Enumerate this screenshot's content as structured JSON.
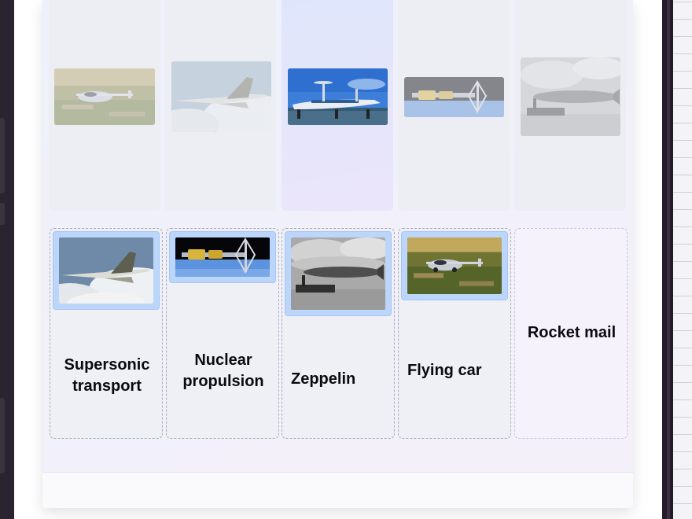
{
  "source_tiles": [
    {
      "image": "flying-car-photo",
      "faded": true,
      "highlighted": false
    },
    {
      "image": "supersonic-jet-photo",
      "faded": true,
      "highlighted": false
    },
    {
      "image": "ekranoplan-seaplane-photo",
      "faded": false,
      "highlighted": true
    },
    {
      "image": "nuclear-spacecraft-photo",
      "faded": true,
      "highlighted": false
    },
    {
      "image": "zeppelin-photo",
      "faded": true,
      "highlighted": false
    }
  ],
  "slots": [
    {
      "label": "Supersonic transport",
      "image": "supersonic-jet-photo",
      "filled": true
    },
    {
      "label": "Nuclear propulsion",
      "image": "nuclear-spacecraft-photo",
      "filled": true
    },
    {
      "label": "Zeppelin",
      "image": "zeppelin-photo",
      "filled": true
    },
    {
      "label": "Flying car",
      "image": "flying-car-photo",
      "filled": true
    },
    {
      "label": "Rocket mail",
      "image": "",
      "filled": false
    }
  ],
  "colors": {
    "slot_fill": "#bcd6fb",
    "card_bg": "#eef1fb",
    "label_text": "#0b0b0f"
  }
}
